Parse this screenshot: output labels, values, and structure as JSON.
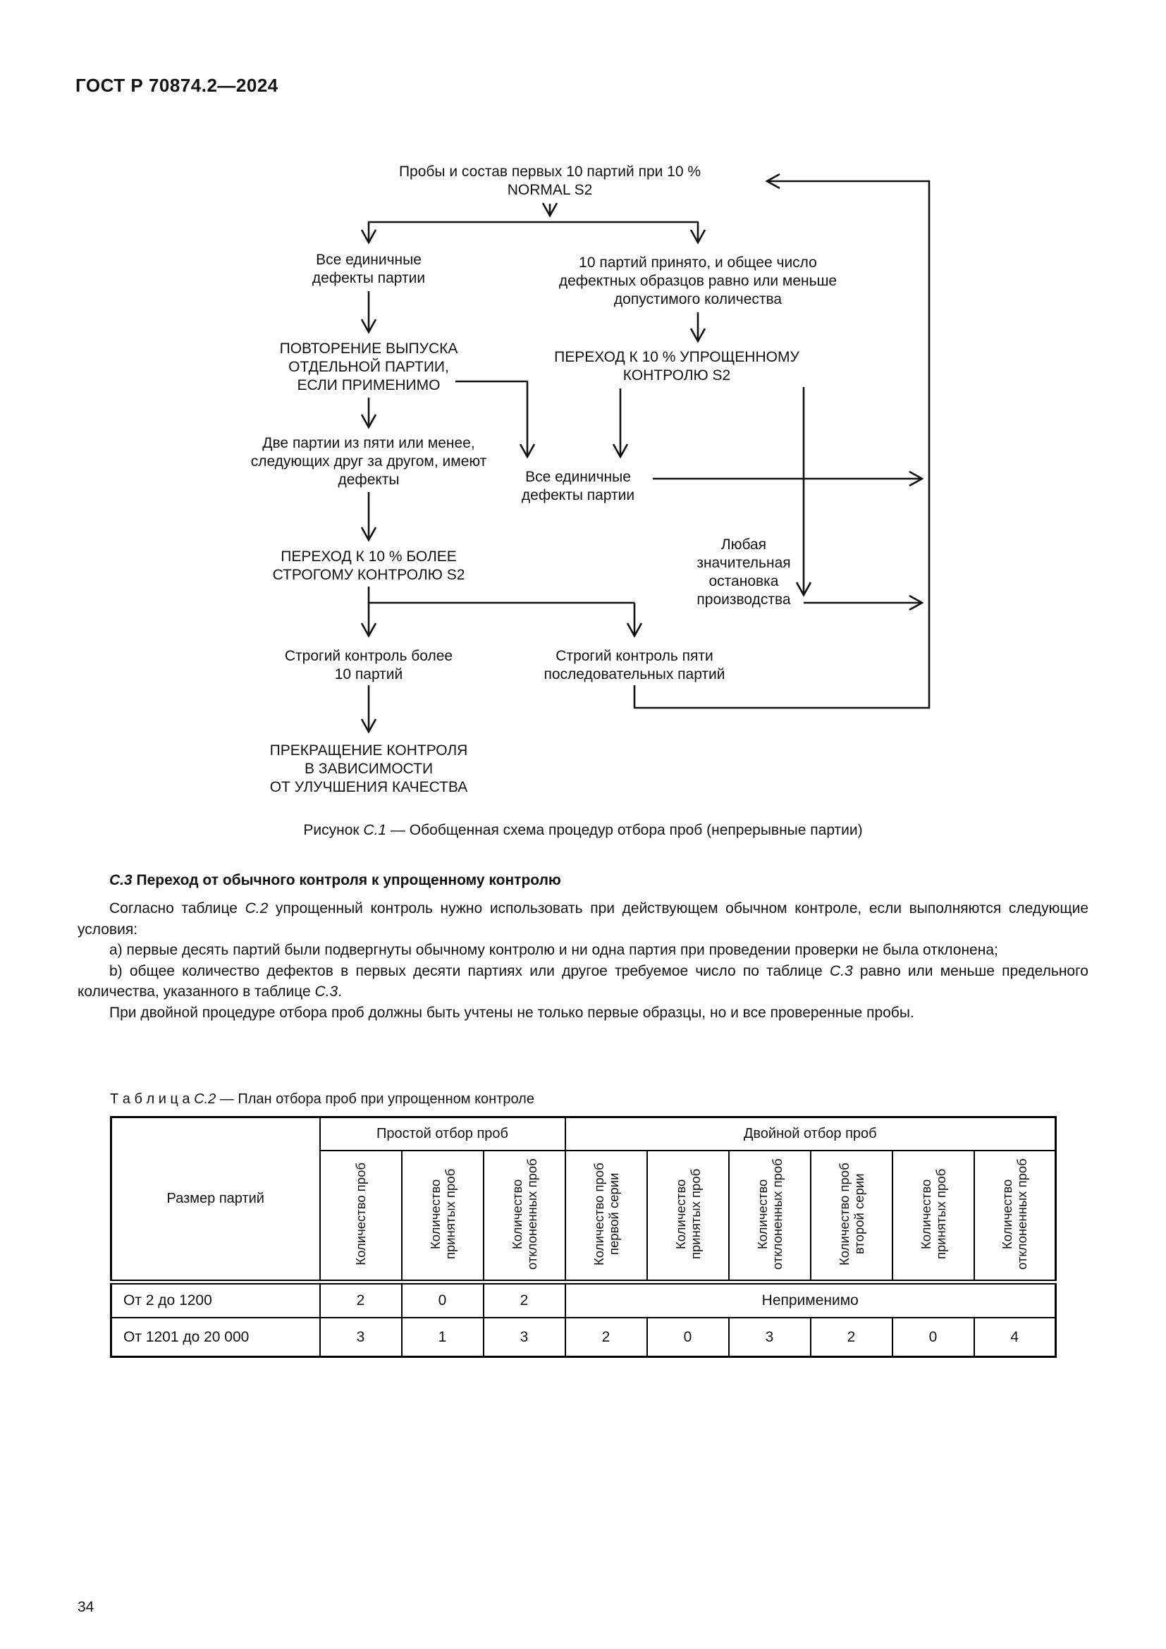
{
  "doc": {
    "title": "ГОСТ Р 70874.2—2024",
    "page_number": "34"
  },
  "flowchart": {
    "nodes": {
      "n1": "Пробы и состав первых 10 партий при 10 %\nNORMAL S2",
      "n2": "Все единичные\nдефекты партии",
      "n3": "10 партий принято, и общее число\nдефектных образцов равно или меньше\nдопустимого количества",
      "n4": "ПОВТОРЕНИЕ ВЫПУСКА\nОТДЕЛЬНОЙ ПАРТИИ,\nЕСЛИ ПРИМЕНИМО",
      "n5": "ПЕРЕХОД К 10 % УПРОЩЕННОМУ\nКОНТРОЛЮ S2",
      "n6": "Две партии из пяти или менее,\nследующих друг за другом, имеют\nдефекты",
      "n7": "Все единичные\nдефекты партии",
      "n8": "Любая\nзначительная\nостановка\nпроизводства",
      "n9": "ПЕРЕХОД К 10 % БОЛЕЕ\nСТРОГОМУ КОНТРОЛЮ S2",
      "n10": "Строгий контроль более\n10 партий",
      "n11": "Строгий контроль пяти\nпоследовательных партий",
      "n12": "ПРЕКРАЩЕНИЕ КОНТРОЛЯ\nВ ЗАВИСИМОСТИ\nОТ УЛУЧШЕНИЯ КАЧЕСТВА"
    }
  },
  "figure_caption": {
    "prefix": "Рисунок ",
    "ref": "С.1",
    "rest": " — Обобщенная схема процедур отбора проб (непрерывные партии)"
  },
  "section": {
    "num": "С.3",
    "title": " Переход от обычного контроля к упрощенному контролю"
  },
  "paragraphs": [
    {
      "segments": [
        {
          "text": "Согласно таблице "
        },
        {
          "text": "С.2",
          "italic": true
        },
        {
          "text": " упрощенный контроль нужно использовать при действующем обычном контроле, если выполняются следующие условия:"
        }
      ]
    },
    {
      "segments": [
        {
          "text": "a) первые десять партий были подвергнуты обычному контролю и ни одна партия при проведении проверки не была отклонена;"
        }
      ]
    },
    {
      "segments": [
        {
          "text": "b) общее количество дефектов в первых десяти партиях или другое требуемое число по таблице "
        },
        {
          "text": "С.3",
          "italic": true
        },
        {
          "text": " равно или меньше предельного количества, указанного в таблице "
        },
        {
          "text": "С.3",
          "italic": true
        },
        {
          "text": "."
        }
      ]
    },
    {
      "segments": [
        {
          "text": "При двойной процедуре отбора проб должны быть учтены не только первые образцы, но и все проверенные пробы."
        }
      ]
    }
  ],
  "table": {
    "caption": {
      "prefix": "Т а б л и ц а   ",
      "ref": "С.2",
      "rest": " — План отбора проб при упрощенном контроле"
    },
    "row_header": "Размер партий",
    "group_headers": [
      "Простой отбор проб",
      "Двойной отбор проб"
    ],
    "col_headers": [
      "Количество проб",
      "Количество принятых проб",
      "Количество отклоненных проб",
      "Количество проб первой серии",
      "Количество принятых проб",
      "Количество отклоненных проб",
      "Количество проб второй серии",
      "Количество принятых проб",
      "Количество отклоненных проб"
    ],
    "rows": [
      {
        "label": "От 2 до 1200",
        "simple": [
          "2",
          "0",
          "2"
        ],
        "double_merged": "Неприменимо"
      },
      {
        "label": "От 1201 до 20 000",
        "simple": [
          "3",
          "1",
          "3"
        ],
        "double": [
          "2",
          "0",
          "3",
          "2",
          "0",
          "4"
        ]
      }
    ]
  }
}
